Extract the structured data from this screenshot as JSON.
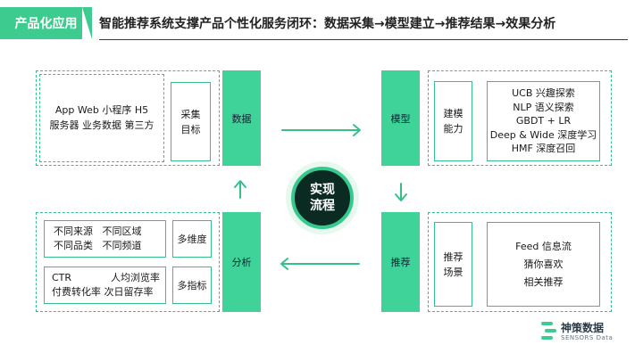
{
  "header": {
    "tag": "产品化应用",
    "title": "智能推荐系统支撑产品个性化服务闭环：数据采集→模型建立→推荐结果→效果分析"
  },
  "data_block": {
    "sources_line1": "App  Web  小程序  H5",
    "sources_line2": "服务器 业务数据 第三方",
    "goal_line1": "采集",
    "goal_line2": "目标",
    "pillar": "数据"
  },
  "model_block": {
    "pillar": "模型",
    "capability_line1": "建模",
    "capability_line2": "能力",
    "algorithms": [
      "UCB 兴趣探索",
      "NLP 语义探索",
      "GBDT + LR",
      "Deep & Wide 深度学习",
      "HMF 深度召回"
    ]
  },
  "recommend_block": {
    "pillar": "推荐",
    "scene_line1": "推荐",
    "scene_line2": "场景",
    "scenes": [
      "Feed 信息流",
      "猜你喜欢",
      "相关推荐"
    ]
  },
  "analysis_block": {
    "pillar": "分析",
    "dims_line1": "不同来源   不同区域",
    "dims_line2": "不同品类   不同频道",
    "dims_label": "多维度",
    "metrics_line1a": "CTR",
    "metrics_line1b": "人均浏览率",
    "metrics_line2": "付费转化率 次日留存率",
    "metrics_label": "多指标"
  },
  "center": {
    "line1": "实现",
    "line2": "流程"
  },
  "logo": {
    "cn": "神策数据",
    "en": "SENSORS Data"
  },
  "colors": {
    "accent": "#3ecb8f",
    "pillar": "#3fd39a",
    "badge_dark": "#0b2a22"
  }
}
